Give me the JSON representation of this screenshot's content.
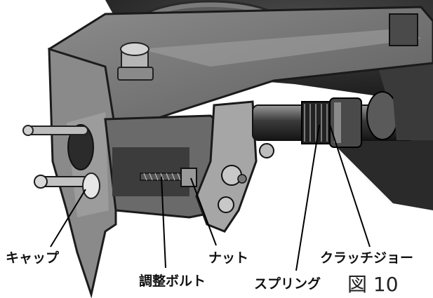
{
  "figure": {
    "caption": "図 10",
    "labels": {
      "cap": "キャップ",
      "adjust_bolt": "調整ボルト",
      "nut": "ナット",
      "spring": "スプリング",
      "clutch_jaw": "クラッチジョー"
    }
  },
  "colors": {
    "background": "#ffffff",
    "label_text": "#111111",
    "leader_line": "#000000"
  }
}
